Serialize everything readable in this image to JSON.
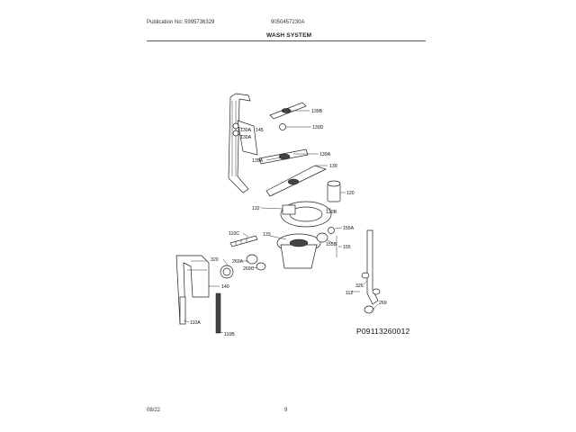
{
  "header": {
    "publication": "Publication No: 5995736329",
    "model": "9050457230A",
    "section_title": "WASH SYSTEM"
  },
  "footer": {
    "date": "08/22",
    "page": "9"
  },
  "diagram": {
    "code": "P09113260012",
    "labels": {
      "l139b": "139B",
      "l139d": "139D",
      "l130a": "130A",
      "l145": "145",
      "l130a2": "130A",
      "l135a": "135A",
      "l139a": "139A",
      "l139": "139",
      "l120": "120",
      "l132": "132",
      "l120b": "120B",
      "l110c": "110C",
      "l133": "133",
      "l155a": "155A",
      "l155b": "155B",
      "l155": "155",
      "l320": "320",
      "l269a": "269A",
      "l269c": "269C",
      "l140": "140",
      "l326": "326",
      "l112": "112",
      "l269": "269",
      "l110a": "110A",
      "l110b": "110B"
    }
  }
}
